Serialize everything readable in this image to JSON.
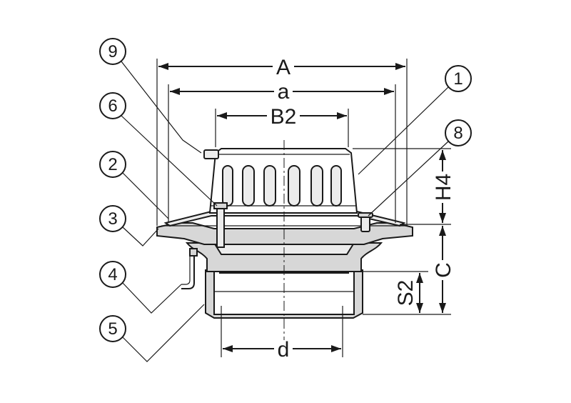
{
  "dimensions": {
    "A": "A",
    "a": "a",
    "B2": "B2",
    "H4": "H4",
    "C": "C",
    "S2": "S2",
    "d": "d"
  },
  "callouts": {
    "c1": "1",
    "c2": "2",
    "c3": "3",
    "c4": "4",
    "c5": "5",
    "c6": "6",
    "c8": "8",
    "c9": "9"
  }
}
